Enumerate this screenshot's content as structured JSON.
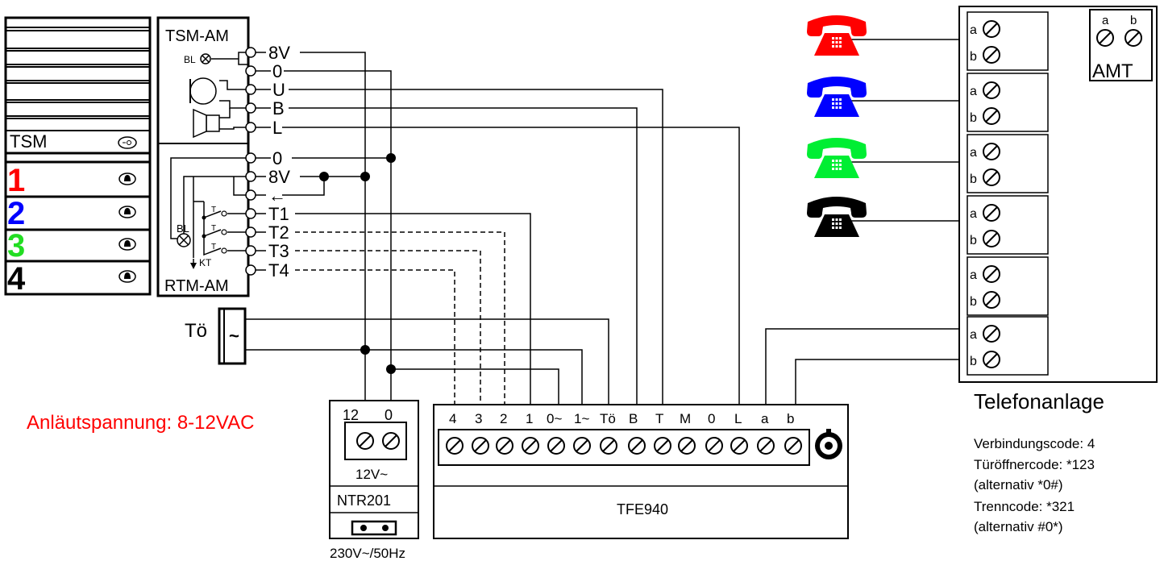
{
  "colors": {
    "red": "#ff0000",
    "blue": "#0000ff",
    "green": "#00ee33",
    "black": "#000000",
    "voltage_note": "#ff0000"
  },
  "panel": {
    "tsm_label": "TSM",
    "buttons": [
      {
        "number": "1",
        "color": "#ff0000"
      },
      {
        "number": "2",
        "color": "#0000ff"
      },
      {
        "number": "3",
        "color": "#22dd22"
      },
      {
        "number": "4",
        "color": "#000000"
      }
    ]
  },
  "modules": {
    "tsm_am": "TSM-AM",
    "rtm_am": "RTM-AM",
    "bl": "BL",
    "kt": "KT",
    "switch_mark": "T"
  },
  "terminals": {
    "tsm": [
      "8V",
      "0",
      "U",
      "B",
      "L"
    ],
    "rtm": [
      "0",
      "8V",
      "",
      "T1",
      "T2",
      "T3",
      "T4"
    ],
    "arrow": "←"
  },
  "doorbell": {
    "label": "Tö",
    "symbol": "~"
  },
  "voltage_note": "Anläutspannung: 8-12VAC",
  "ntr": {
    "terminals": [
      "12",
      "0"
    ],
    "output": "12V~",
    "name": "NTR201",
    "mains": "230V~/50Hz"
  },
  "tfe": {
    "terminals": [
      "4",
      "3",
      "2",
      "1",
      "0~",
      "1~",
      "Tö",
      "B",
      "T",
      "M",
      "0",
      "L",
      "a",
      "b"
    ],
    "name": "TFE940"
  },
  "phones": [
    {
      "name": "telephone-red",
      "color": "#ff0000"
    },
    {
      "name": "telephone-blue",
      "color": "#0000ff"
    },
    {
      "name": "telephone-green",
      "color": "#00ee33"
    },
    {
      "name": "telephone-black",
      "color": "#000000"
    }
  ],
  "pbx": {
    "port_a": "a",
    "port_b": "b",
    "amt": "AMT",
    "title": "Telefonanlage",
    "codes": [
      "Verbindungscode: 4",
      "Türöffnercode: *123",
      "(alternativ *0#)",
      "Trenncode: *321",
      "(alternativ #0*)"
    ]
  }
}
